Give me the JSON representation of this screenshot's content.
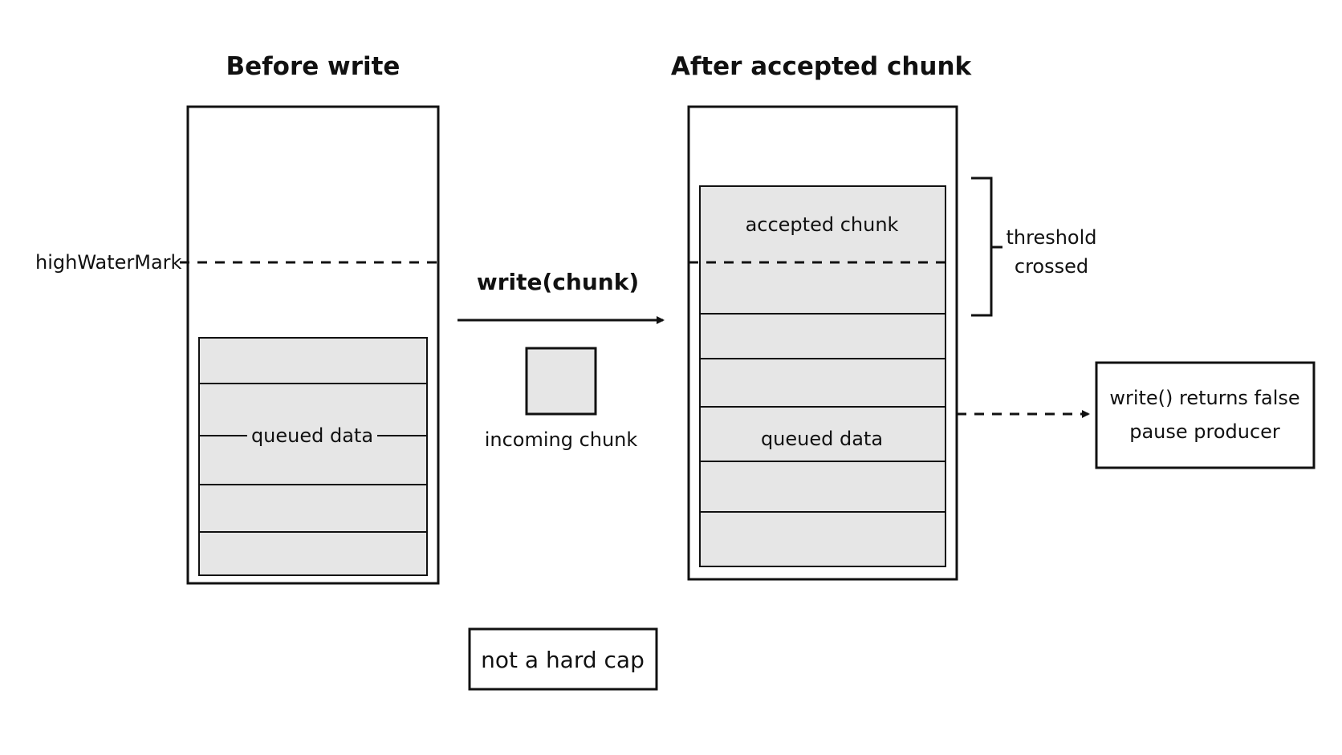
{
  "titles": {
    "before": "Before write",
    "after": "After accepted chunk"
  },
  "labels": {
    "high_water_mark": "highWaterMark",
    "queued_data_left": "queued data",
    "write_call": "write(chunk)",
    "incoming_chunk": "incoming chunk",
    "accepted_chunk": "accepted chunk",
    "queued_data_right": "queued data",
    "threshold_line1": "threshold",
    "threshold_line2": "crossed",
    "result_line1": "write() returns false",
    "result_line2": "pause producer",
    "note": "not a hard cap"
  }
}
